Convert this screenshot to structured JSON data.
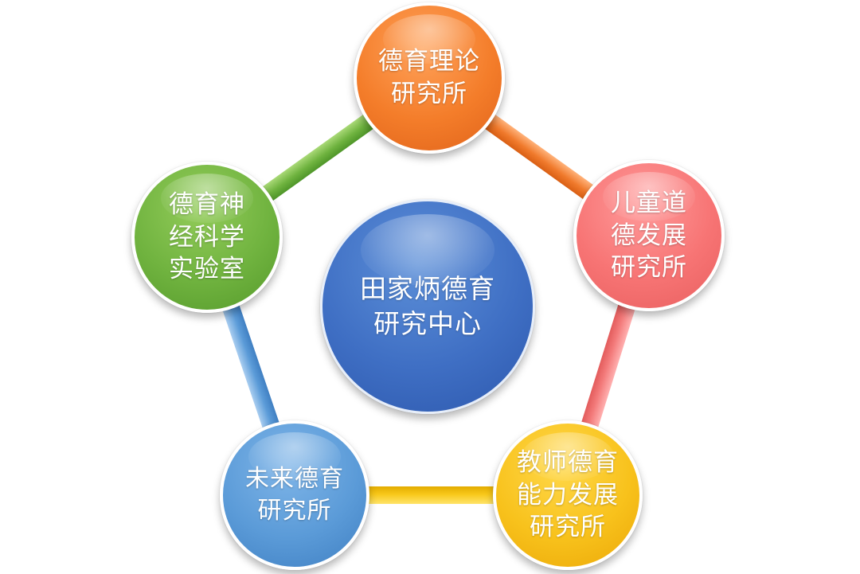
{
  "diagram": {
    "center": {
      "label": "田家炳德育\n研究中心",
      "color": "#3f6fc4"
    },
    "nodes": [
      {
        "id": "top",
        "label": "德育理论\n研究所",
        "color": "#f47d2a"
      },
      {
        "id": "right",
        "label": "儿童道\n德发展\n研究所",
        "color": "#f77474"
      },
      {
        "id": "bottomright",
        "label": "教师德育\n能力发展\n研究所",
        "color": "#f8c21c"
      },
      {
        "id": "bottomleft",
        "label": "未来德育\n研究所",
        "color": "#5b9bd8"
      },
      {
        "id": "left",
        "label": "德育神\n经科学\n实验室",
        "color": "#70b33f"
      }
    ],
    "ring_colors": [
      "#f07a2c",
      "#f37b7b",
      "#f8c81a",
      "#5b9bd8",
      "#6fb33f"
    ]
  }
}
